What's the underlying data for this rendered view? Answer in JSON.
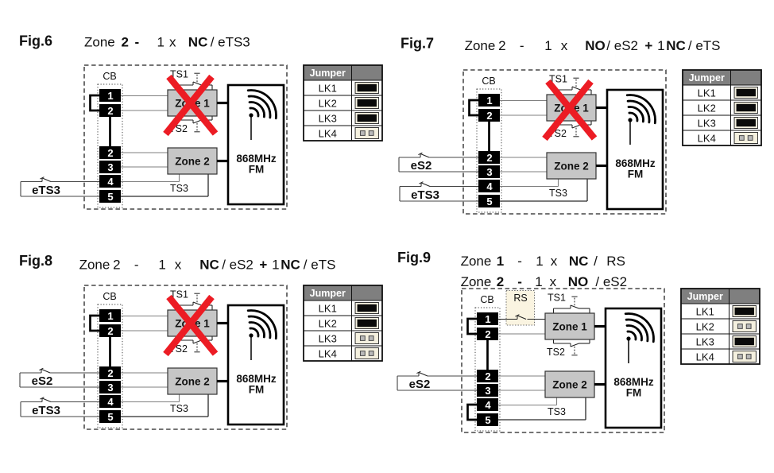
{
  "page": {
    "background": "#ffffff"
  },
  "colors": {
    "ink": "#111111",
    "wire_gray": "#7f7f7f",
    "zone_fill": "#c6c6c6",
    "red_cross": "#ec1c24",
    "table_header_fill": "#7f7f7f",
    "table_header_text": "#ffffff",
    "jumper_socket_fill": "#f4f0df",
    "jumper_fitted_fill": "#0a0a0a",
    "jumper_pin_fill": "#b9b9b9",
    "rs_box_fill": "#faf4e1"
  },
  "labels": {
    "cb": "CB",
    "ts1": "TS1",
    "ts2": "TS2",
    "ts3": "TS3",
    "zone1": "Zone 1",
    "zone2": "Zone 2",
    "fm_line1": "868MHz",
    "fm_line2": "FM",
    "rs": "RS",
    "es2": "eS2",
    "ets3": "eTS3",
    "terminals": [
      "1",
      "2",
      "2",
      "3",
      "4",
      "5"
    ],
    "jumper_header": "Jumper"
  },
  "figures": [
    {
      "id": "fig6",
      "label": "Fig.6",
      "title_lines": [
        {
          "segments": [
            {
              "t": "Zone",
              "b": false
            },
            {
              "t": "2",
              "b": true
            },
            {
              "t": "-",
              "b": true
            },
            {
              "t": "1",
              "b": false
            },
            {
              "t": "x",
              "b": false
            },
            {
              "t": "NC",
              "b": true
            },
            {
              "t": "/ eTS3",
              "b": false
            }
          ]
        }
      ],
      "features": {
        "zone1_crossed": true,
        "rs_switch": false,
        "link_1_2": true,
        "link_4_5": false,
        "es2_loop": false,
        "ets3_loop": true
      },
      "jumpers": [
        {
          "label": "LK1",
          "state": "fitted"
        },
        {
          "label": "LK2",
          "state": "fitted"
        },
        {
          "label": "LK3",
          "state": "fitted"
        },
        {
          "label": "LK4",
          "state": "removed"
        }
      ]
    },
    {
      "id": "fig7",
      "label": "Fig.7",
      "title_lines": [
        {
          "segments": [
            {
              "t": "Zone",
              "b": false
            },
            {
              "t": "2",
              "b": false
            },
            {
              "t": "-",
              "b": false
            },
            {
              "t": "1",
              "b": false
            },
            {
              "t": "x",
              "b": false
            },
            {
              "t": "NO",
              "b": true
            },
            {
              "t": "/ eS2",
              "b": false
            },
            {
              "t": "+",
              "b": true
            },
            {
              "t": "1",
              "b": false
            },
            {
              "t": "NC",
              "b": true
            },
            {
              "t": "/ eTS",
              "b": false
            }
          ]
        }
      ],
      "features": {
        "zone1_crossed": true,
        "rs_switch": false,
        "link_1_2": true,
        "link_4_5": false,
        "es2_loop": true,
        "ets3_loop": true
      },
      "jumpers": [
        {
          "label": "LK1",
          "state": "fitted"
        },
        {
          "label": "LK2",
          "state": "fitted"
        },
        {
          "label": "LK3",
          "state": "fitted"
        },
        {
          "label": "LK4",
          "state": "removed"
        }
      ]
    },
    {
      "id": "fig8",
      "label": "Fig.8",
      "title_lines": [
        {
          "segments": [
            {
              "t": "Zone",
              "b": false
            },
            {
              "t": "2",
              "b": false
            },
            {
              "t": "-",
              "b": false
            },
            {
              "t": "1",
              "b": false
            },
            {
              "t": "x",
              "b": false
            },
            {
              "t": "NC",
              "b": true
            },
            {
              "t": "/ eS2",
              "b": false
            },
            {
              "t": "+",
              "b": true
            },
            {
              "t": "1",
              "b": false
            },
            {
              "t": "NC",
              "b": true
            },
            {
              "t": "/ eTS",
              "b": false
            }
          ]
        }
      ],
      "features": {
        "zone1_crossed": true,
        "rs_switch": false,
        "link_1_2": true,
        "link_4_5": false,
        "es2_loop": true,
        "ets3_loop": true
      },
      "jumpers": [
        {
          "label": "LK1",
          "state": "fitted"
        },
        {
          "label": "LK2",
          "state": "fitted"
        },
        {
          "label": "LK3",
          "state": "removed"
        },
        {
          "label": "LK4",
          "state": "removed"
        }
      ]
    },
    {
      "id": "fig9",
      "label": "Fig.9",
      "title_lines": [
        {
          "segments": [
            {
              "t": "Zone",
              "b": false
            },
            {
              "t": "1",
              "b": true
            },
            {
              "t": "-",
              "b": false
            },
            {
              "t": "1",
              "b": false
            },
            {
              "t": "x",
              "b": false
            },
            {
              "t": "NC",
              "b": true
            },
            {
              "t": "/",
              "b": false
            },
            {
              "t": "RS",
              "b": false
            }
          ]
        },
        {
          "segments": [
            {
              "t": "Zone",
              "b": false
            },
            {
              "t": "2",
              "b": true
            },
            {
              "t": "-",
              "b": true
            },
            {
              "t": "1",
              "b": false
            },
            {
              "t": "x",
              "b": false
            },
            {
              "t": "NO",
              "b": true
            },
            {
              "t": "/ eS2",
              "b": false
            }
          ]
        }
      ],
      "features": {
        "zone1_crossed": false,
        "rs_switch": true,
        "link_1_2": true,
        "link_4_5": true,
        "es2_loop": true,
        "ets3_loop": false
      },
      "jumpers": [
        {
          "label": "LK1",
          "state": "fitted"
        },
        {
          "label": "LK2",
          "state": "removed"
        },
        {
          "label": "LK3",
          "state": "fitted"
        },
        {
          "label": "LK4",
          "state": "removed"
        }
      ]
    }
  ]
}
